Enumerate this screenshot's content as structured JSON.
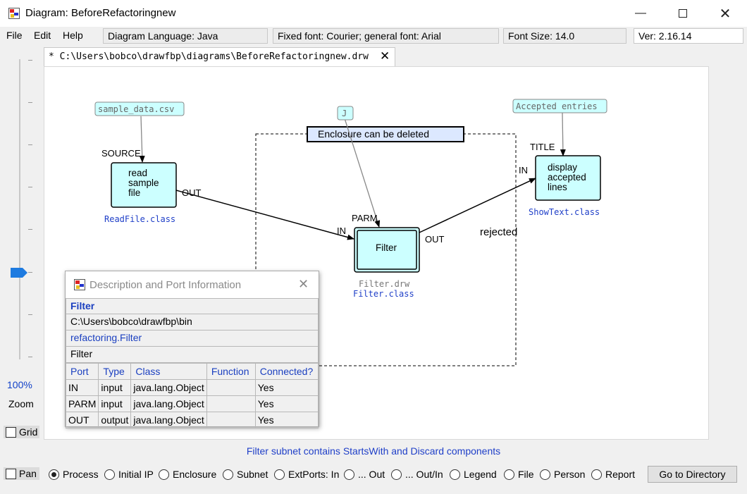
{
  "window": {
    "title": "Diagram: BeforeRefactoringnew"
  },
  "menu": {
    "file": "File",
    "edit": "Edit",
    "help": "Help"
  },
  "info": {
    "language": "Diagram Language: Java",
    "fonts": "Fixed font: Courier; general font: Arial",
    "font_size": "Font Size: 14.0",
    "version": "Ver: 2.16.14"
  },
  "zoom": {
    "percent": "100%",
    "label": "Zoom",
    "level": 1.0
  },
  "grid_label": "Grid",
  "tab": {
    "title": "* C:\\Users\\bobco\\drawfbp\\diagrams\\BeforeRefactoringnew.drw"
  },
  "diagram": {
    "iip_sample": "sample_data.csv",
    "iip_j": "J",
    "iip_accepted": "Accepted entries",
    "enclosure_label": "Enclosure can be deleted",
    "readfile": {
      "lines": [
        "read",
        "sample",
        "file"
      ],
      "class": "ReadFile.class",
      "port_in": "SOURCE",
      "port_out": "OUT"
    },
    "filter": {
      "label": "Filter",
      "subnet": "Filter.drw",
      "class": "Filter.class",
      "port_parm": "PARM",
      "port_in": "IN",
      "port_out": "OUT"
    },
    "showtext": {
      "lines": [
        "display",
        "accepted",
        "lines"
      ],
      "class": "ShowText.class",
      "port_title": "TITLE",
      "port_in": "IN"
    },
    "rejected": "rejected"
  },
  "popup": {
    "title": "Description and Port Information",
    "name": "Filter",
    "path": "C:\\Users\\bobco\\drawfbp\\bin",
    "class": "refactoring.Filter",
    "description": "Filter",
    "headers": [
      "Port",
      "Type",
      "Class",
      "Function",
      "Connected?"
    ],
    "rows": [
      [
        "IN",
        "input",
        "java.lang.Object",
        "",
        "Yes"
      ],
      [
        "PARM",
        "input",
        "java.lang.Object",
        "",
        "Yes"
      ],
      [
        "OUT",
        "output",
        "java.lang.Object",
        "",
        "Yes"
      ]
    ]
  },
  "footer_note": "Filter subnet contains StartsWith and Discard components",
  "bottom": {
    "pan": "Pan",
    "options": [
      "Process",
      "Initial IP",
      "Enclosure",
      "Subnet",
      "ExtPorts: In",
      "... Out",
      "... Out/In",
      "Legend",
      "File",
      "Person",
      "Report"
    ],
    "selected": "Process",
    "goto": "Go to Directory"
  },
  "colors": {
    "block_fill": "#ccffff",
    "iip_fill": "#ccffff",
    "link": "#1f3fc8",
    "thumb": "#1e7be0"
  }
}
